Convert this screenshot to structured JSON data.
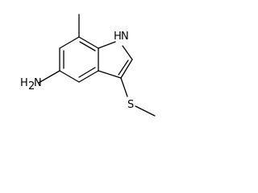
{
  "molecule": {
    "atoms": [
      {
        "id": "n1",
        "label": "H",
        "subscript": ""
      },
      {
        "id": "n1n",
        "label": "N",
        "subscript": ""
      },
      {
        "id": "nh2",
        "label": "H",
        "subscript": "2"
      },
      {
        "id": "nh2n",
        "label": "N",
        "subscript": ""
      },
      {
        "id": "s",
        "label": "S",
        "subscript": ""
      }
    ],
    "labels": {
      "nh": "H",
      "nh_n": "N",
      "amine_h": "H",
      "amine_sub": "2",
      "amine_n": "N",
      "sulfur": "S"
    }
  },
  "colors": {
    "bond": "#000000",
    "background": "#ffffff"
  }
}
